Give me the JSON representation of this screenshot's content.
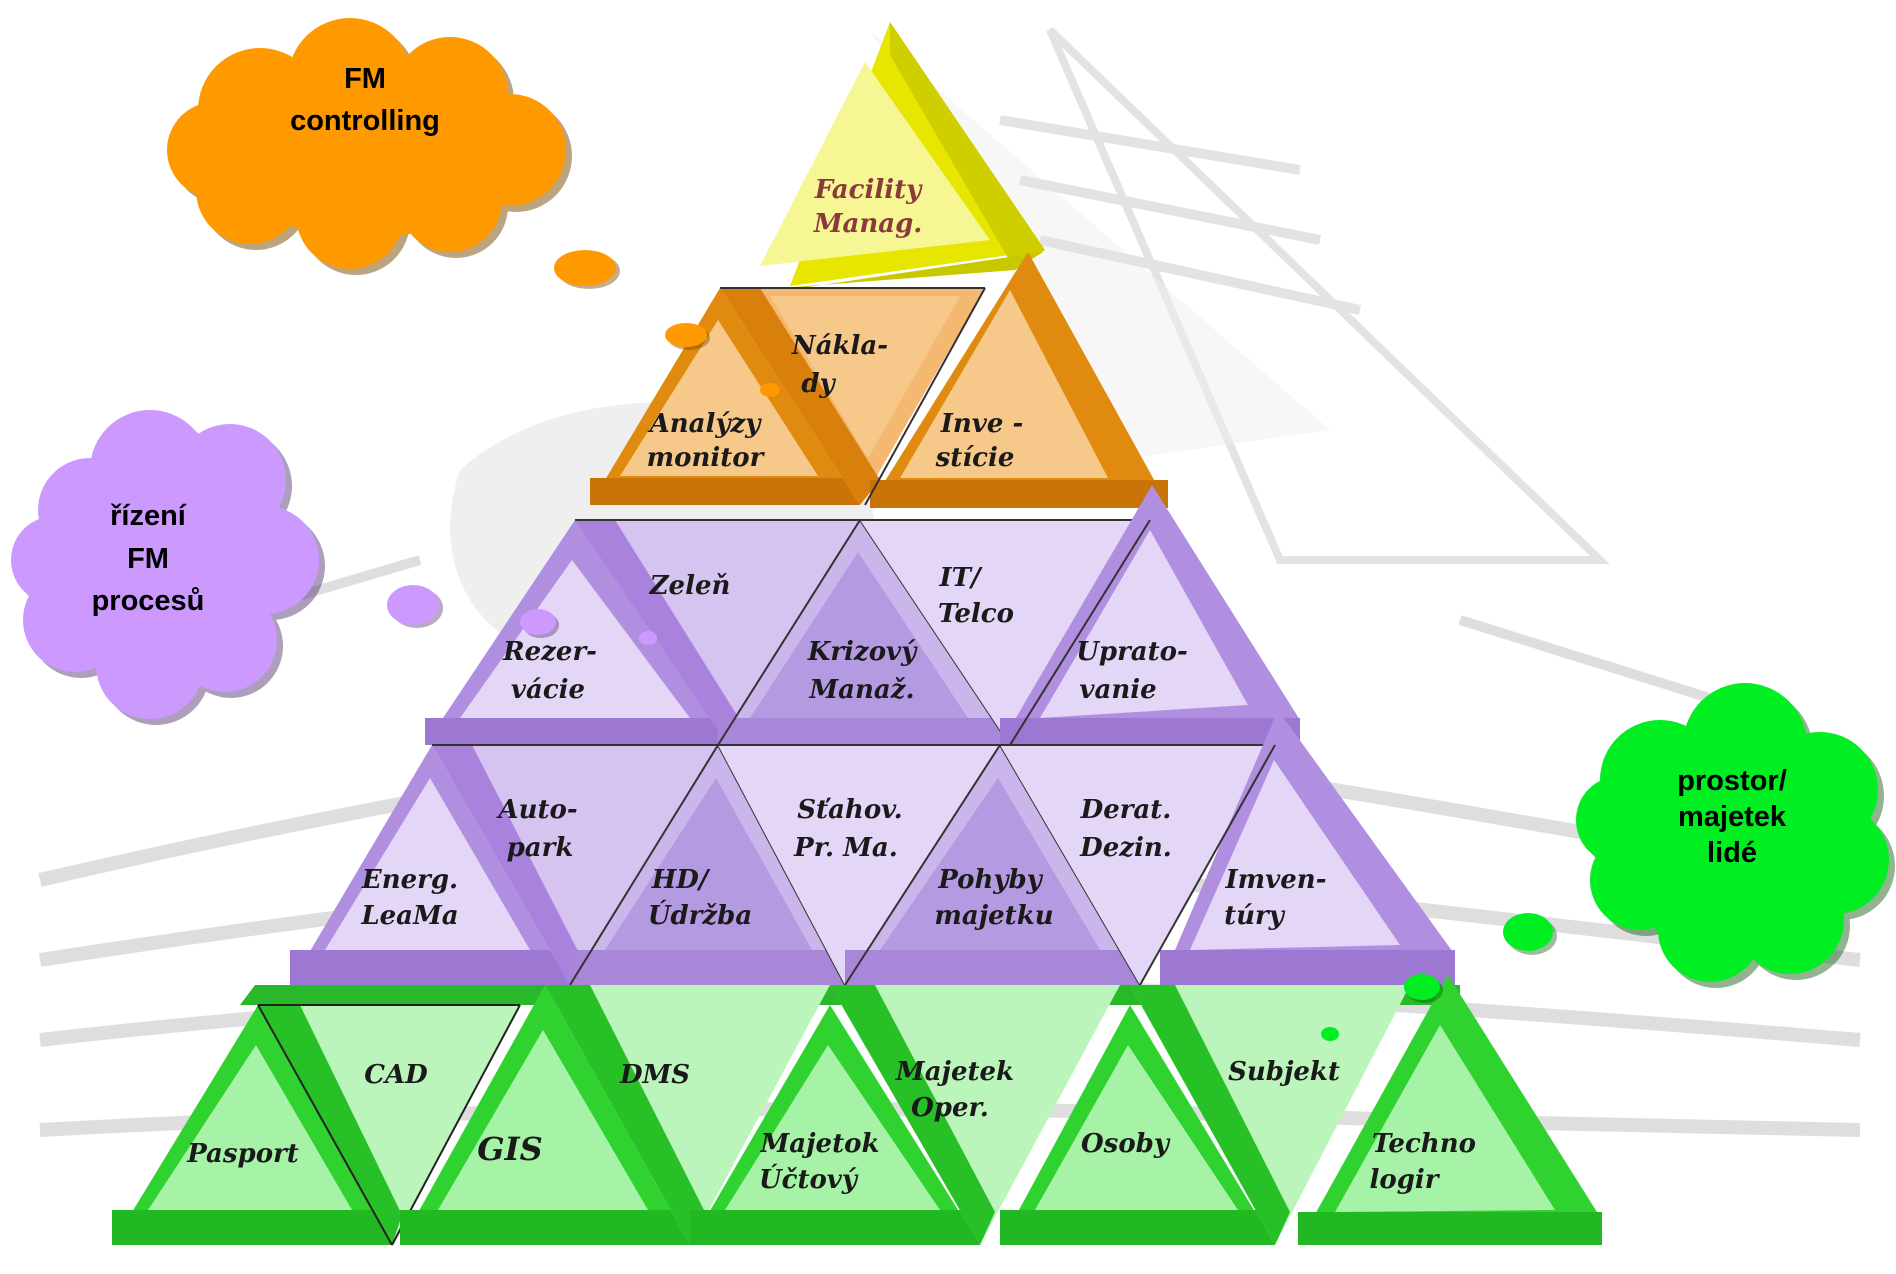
{
  "colors": {
    "yellow": "#e6e600",
    "yellow_light": "#f6f694",
    "orange": "#e08a0f",
    "orange_light": "#f6c98a",
    "purple": "#b08ee0",
    "purple_light": "#e4d6f6",
    "purple_mid": "#cbb6ec",
    "green": "#2fd22f",
    "green_light": "#a6f2a6",
    "cloud_orange": "#ff9900",
    "cloud_purple": "#cc99ff",
    "cloud_green": "#00ee22"
  },
  "clouds": {
    "fm_controlling": [
      "FM",
      "controlling"
    ],
    "fm_processes": [
      "řízení",
      "FM",
      "procesů"
    ],
    "asset": [
      "prostor/",
      "majetek",
      "lidé"
    ]
  },
  "pyramid": {
    "top": [
      "Facility",
      "Manag."
    ],
    "row2": {
      "analyzy": [
        "Analýzy",
        "monitor"
      ],
      "naklady": [
        "Nákla-",
        "dy"
      ],
      "investicie": [
        "Inve  -",
        "stície"
      ]
    },
    "row3": {
      "rezervacie": [
        "Rezer-",
        "vácie"
      ],
      "zelen": [
        "Zeleň"
      ],
      "krizovy": [
        "Krizový",
        "Manaž."
      ],
      "it_telco": [
        "IT/",
        "Telco"
      ],
      "upratovanie": [
        "Uprato-",
        "vanie"
      ]
    },
    "row4": {
      "energ": [
        "Energ.",
        "LeaMa"
      ],
      "autopark": [
        "Auto-",
        "park"
      ],
      "hd_udrzba": [
        "HD/",
        "Údržba"
      ],
      "stahov": [
        "Sťahov.",
        "Pr. Ma."
      ],
      "pohyby": [
        "Pohyby",
        "majetku"
      ],
      "derat": [
        "Derat.",
        "Dezin."
      ],
      "inventury": [
        "Imven-",
        "túry"
      ]
    },
    "row5": {
      "pasport": [
        "Pasport"
      ],
      "cad": [
        "CAD"
      ],
      "gis": [
        "GIS"
      ],
      "dms": [
        "DMS"
      ],
      "majetok_uctovy": [
        "Majetok",
        "Účtový"
      ],
      "majetek_oper": [
        "Majetek",
        "Oper."
      ],
      "osoby": [
        "Osoby"
      ],
      "subjekt": [
        "Subjekt"
      ],
      "technologie": [
        "Techno",
        "logir"
      ]
    }
  }
}
